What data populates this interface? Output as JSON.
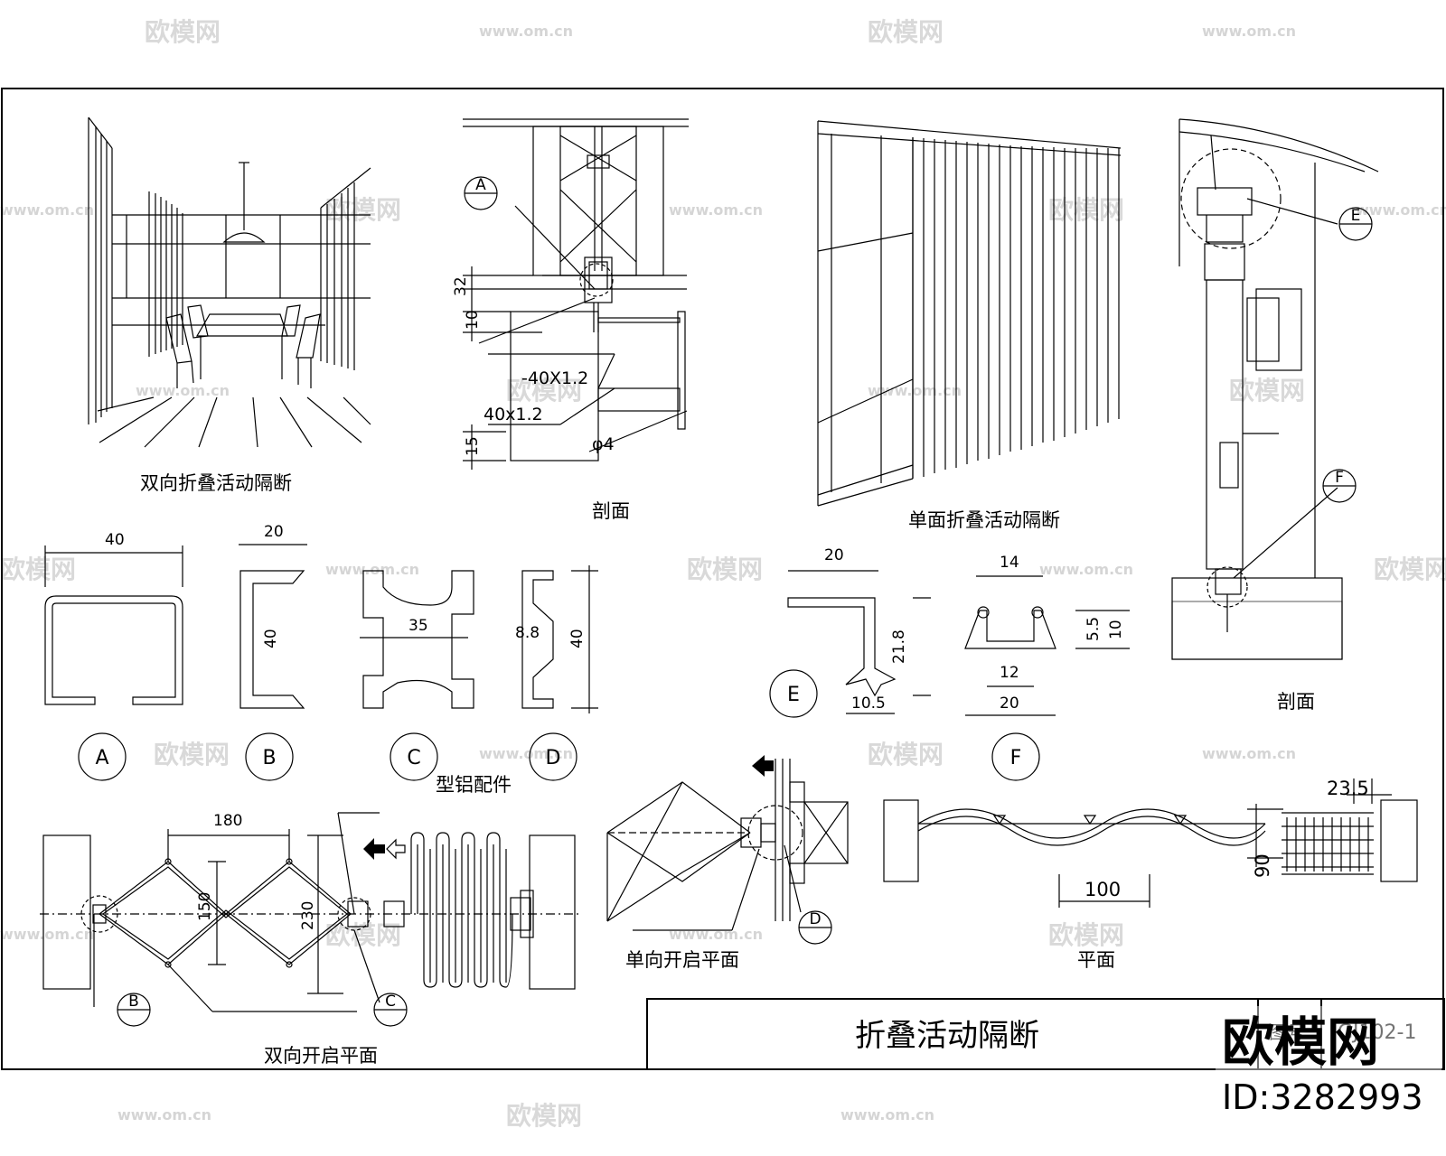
{
  "watermarks": {
    "logo_text": "欧模网",
    "url_text": "www.om.cn"
  },
  "drawing": {
    "sheet_title": "折叠活动隔断",
    "sheet_code": "GJ102-1",
    "sheet_code_label": "图号"
  },
  "views": {
    "perspective_double": "双向折叠活动隔断",
    "section_top": "剖面",
    "perspective_single": "单面折叠活动隔断",
    "section_right": "剖面",
    "aluminum_parts": "型铝配件",
    "plan_double": "双向开启平面",
    "plan_single": "单向开启平面",
    "plan": "平面"
  },
  "callouts": {
    "A": "A",
    "B": "B",
    "C": "C",
    "D": "D",
    "E": "E",
    "F": "F"
  },
  "dimensions": {
    "sec_32": "32",
    "sec_10": "10",
    "sec_15": "15",
    "sec_40x12a": "-40X1.2",
    "sec_40x12b": "40x1.2",
    "sec_phi4": "φ4",
    "a_40": "40",
    "b_20": "20",
    "b_40": "40",
    "c_35": "35",
    "d_88": "8.8",
    "d_40": "40",
    "e_20": "20",
    "e_218": "21.8",
    "e_105": "10.5",
    "f_14": "14",
    "f_12": "12",
    "f_20": "20",
    "f_55": "5.5",
    "f_10": "10",
    "p_180": "180",
    "p_150": "150",
    "p_230": "230",
    "pl_235": "23.5",
    "pl_100": "100",
    "pl_90": "90"
  },
  "branding": {
    "logo": "欧模网",
    "id": "ID:3282993"
  }
}
